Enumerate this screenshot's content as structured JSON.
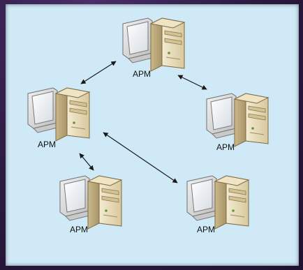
{
  "nodes": [
    {
      "id": "top",
      "label": "APM"
    },
    {
      "id": "left",
      "label": "APM"
    },
    {
      "id": "right",
      "label": "APM"
    },
    {
      "id": "bottom-left",
      "label": "APM"
    },
    {
      "id": "bottom-right",
      "label": "APM"
    }
  ],
  "connections": [
    {
      "from": "top",
      "to": "left"
    },
    {
      "from": "top",
      "to": "right"
    },
    {
      "from": "left",
      "to": "bottom-left"
    },
    {
      "from": "left",
      "to": "bottom-right"
    }
  ],
  "colors": {
    "background": "#cfe9f7",
    "frame": "#2b1a40",
    "tower": "#e3d6b2",
    "monitor": "#d9d9d9",
    "arrow": "#1a1a1a"
  }
}
